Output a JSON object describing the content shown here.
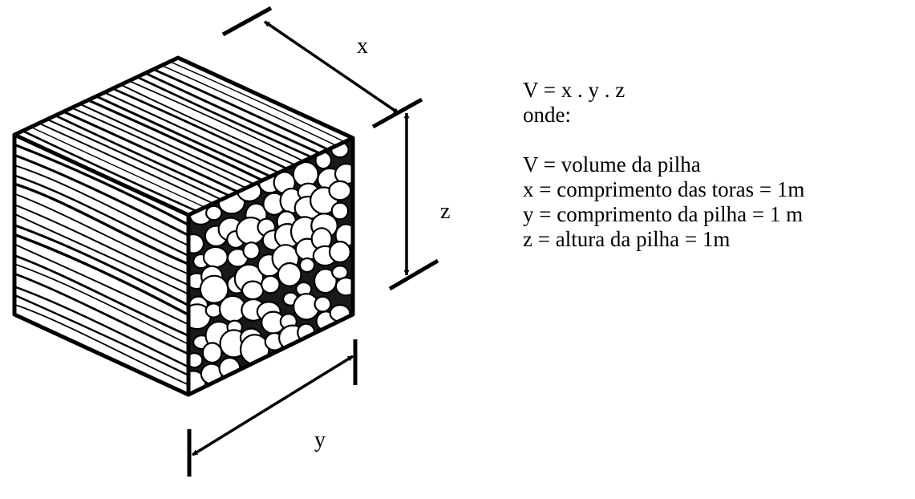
{
  "labels": {
    "x": "x",
    "y": "y",
    "z": "z"
  },
  "formula": "V = x . y . z",
  "onde": "onde:",
  "definitions": [
    "V = volume da pilha",
    "x = comprimento das toras = 1m",
    "y = comprimento da pilha = 1 m",
    "z = altura da pilha = 1m"
  ]
}
